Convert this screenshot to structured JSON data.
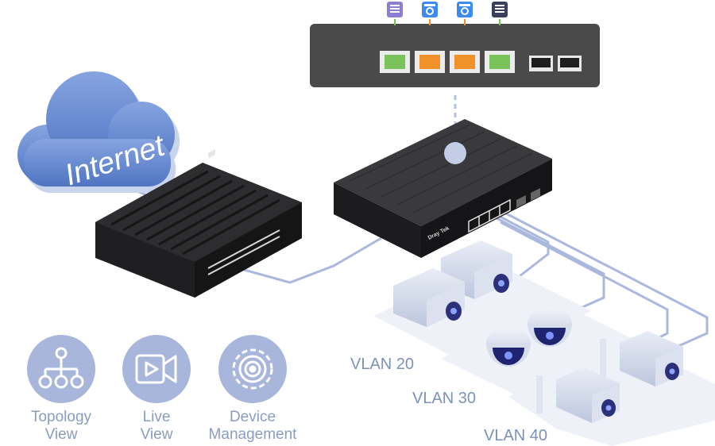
{
  "internet_label": "Internet",
  "switch_brand": "Dray Tek",
  "vlans": [
    {
      "label": "VLAN 20"
    },
    {
      "label": "VLAN 30"
    },
    {
      "label": "VLAN 40"
    }
  ],
  "features": [
    {
      "line1": "Topology",
      "line2": "View",
      "icon": "topology-icon"
    },
    {
      "line1": "Live",
      "line2": "View",
      "icon": "video-camera-icon"
    },
    {
      "line1": "Device",
      "line2": "Management",
      "icon": "gear-target-icon"
    }
  ],
  "port_panel": {
    "port_colors": [
      "#7ac25a",
      "#f0912a",
      "#f0912a",
      "#7ac25a"
    ],
    "sfp_count": 2,
    "device_icons": [
      "nas-device-icon",
      "dome-camera-icon",
      "dome-camera-icon",
      "server-icon"
    ]
  },
  "colors": {
    "cable": "#a9b8dc",
    "cloud": "#6e8fd0",
    "icon_circle": "#a8b6dc",
    "panel": "#4a4a4a",
    "text": "#7d92b8"
  }
}
